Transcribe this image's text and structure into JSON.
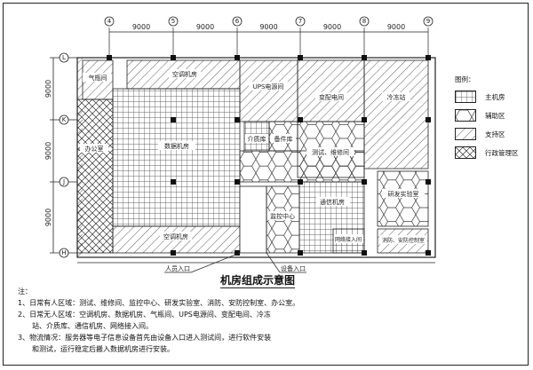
{
  "axes": {
    "columns": [
      "4",
      "5",
      "6",
      "7",
      "8",
      "9"
    ],
    "rows": [
      "L",
      "K",
      "J",
      "H"
    ],
    "column_spacing": [
      "9000",
      "9000",
      "9000",
      "9000",
      "9000"
    ],
    "row_spacing": [
      "9000",
      "9000",
      "9000"
    ]
  },
  "rooms": {
    "gas": "气瓶间",
    "office": "办公室",
    "ac_top": "空调机房",
    "data": "数据机房",
    "ac_bottom": "空调机房",
    "ups": "UPS电源间",
    "power": "变配电间",
    "chiller": "冷冻站",
    "media": "介质库",
    "spare": "备件库",
    "test": "测试、维修间",
    "monitor": "监控中心",
    "comm": "通信机房",
    "network": "网络接入间",
    "lab": "研发实验室",
    "fire": "消防、安防控制室"
  },
  "entrances": {
    "staff": "人员入口",
    "equipment": "设备入口"
  },
  "legend": {
    "title": "图例：",
    "items": [
      {
        "label": "主机房",
        "pattern": "grid"
      },
      {
        "label": "辅助区",
        "pattern": "hex"
      },
      {
        "label": "支持区",
        "pattern": "diag"
      },
      {
        "label": "行政管理区",
        "pattern": "cross"
      }
    ]
  },
  "title": "机房组成示意图",
  "notes": {
    "heading": "注：",
    "n1": "1、日常有人区域：测试、维修间、监控中心、研发实验室、消防、安防控制室、办公室。",
    "n2a": "2、日常无人区域：空调机房、数据机房、气瓶间、UPS电源间、变配电间、冷冻",
    "n2b": "站、介质库、通信机房、网络接入间。",
    "n3a": "3、物流情况：服务器等电子信息设备首先由设备入口进入测试间，进行软件安装",
    "n3b": "和测试，运行稳定后搬入数据机房进行安装。"
  }
}
